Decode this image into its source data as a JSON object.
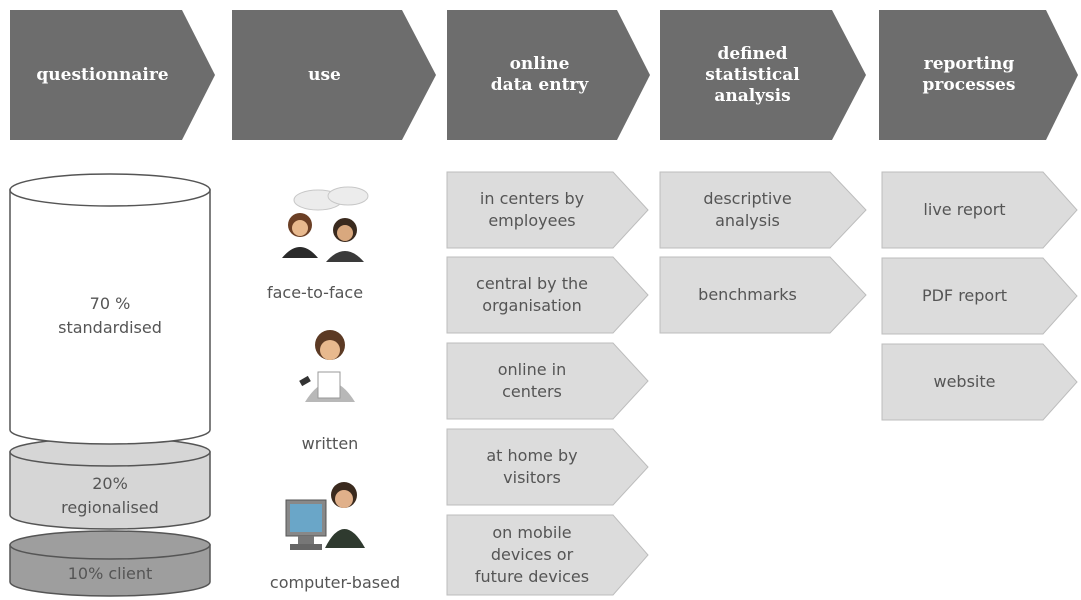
{
  "colors": {
    "header_fill": "#6d6d6d",
    "chevron_fill": "#dcdcdc",
    "chevron_stroke": "#bdbdbd",
    "cylinder_top": "#ffffff",
    "cylinder_mid": "#d6d6d6",
    "cylinder_bottom": "#9e9e9e"
  },
  "headers": [
    {
      "id": "questionnaire",
      "label": "questionnaire"
    },
    {
      "id": "use",
      "label": "use"
    },
    {
      "id": "online",
      "label": "online\ndata entry"
    },
    {
      "id": "analysis",
      "label": "defined\nstatistical\nanalysis"
    },
    {
      "id": "reporting",
      "label": "reporting\nprocesses"
    }
  ],
  "cylinder": {
    "top": "70 %\nstandardised",
    "mid": "20%\nregionalised",
    "bottom": "10% client"
  },
  "use": {
    "items": [
      {
        "icon": "face-to-face-people-icon",
        "label": "face-to-face"
      },
      {
        "icon": "written-person-icon",
        "label": "written"
      },
      {
        "icon": "computer-user-icon",
        "label": "computer-based"
      }
    ]
  },
  "data_entry": [
    "in centers by\nemployees",
    "central by the\norganisation",
    "online in\ncenters",
    "at home by\nvisitors",
    "on mobile\ndevices or\nfuture devices"
  ],
  "analysis": [
    "descriptive\nanalysis",
    "benchmarks"
  ],
  "reporting": [
    "live report",
    "PDF report",
    "website"
  ]
}
